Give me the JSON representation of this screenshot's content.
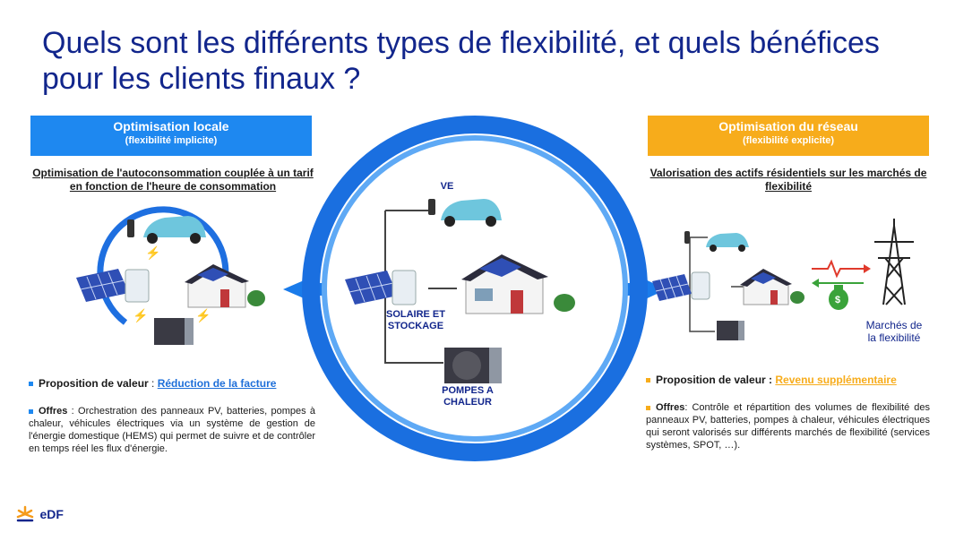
{
  "title": "Quels sont les différents types de flexibilité, et quels bénéfices pour les clients finaux ?",
  "left": {
    "banner_main": "Optimisation locale",
    "banner_sub": "(flexibilité implicite)",
    "heading": "Optimisation de l'autoconsommation couplée à un tarif en fonction de l'heure de consommation",
    "value_label": "Proposition de valeur",
    "value_sep": " : ",
    "value_link": "Réduction de la facture",
    "offers_label": "Offres",
    "offers_text": " : Orchestration des panneaux PV, batteries, pompes à chaleur, véhicules électriques via un système de gestion de l'énergie domestique (HEMS) qui permet de suivre et de contrôler en temps réel les flux d'énergie."
  },
  "center": {
    "ve": "VE",
    "solar_line1": "SOLAIRE ET",
    "solar_line2": "STOCKAGE",
    "pump_line1": "POMPES A",
    "pump_line2": "CHALEUR"
  },
  "right": {
    "banner_main": "Optimisation du réseau",
    "banner_sub": "(flexibilité explicite)",
    "heading": "Valorisation des actifs résidentiels sur les marchés de flexibilité",
    "market_line1": "Marchés de",
    "market_line2": "la flexibilité",
    "value_label": "Proposition de valeur :",
    "value_link": "Revenu supplémentaire",
    "offers_label": "Offres",
    "offers_text": ": Contrôle et répartition des volumes de flexibilité des panneaux PV, batteries, pompes à chaleur, véhicules électriques qui seront valorisés sur différents marchés de flexibilité (services systèmes, SPOT, …)."
  },
  "footer": {
    "logo_text": "eDF"
  },
  "colors": {
    "title": "#12268c",
    "blue": "#1e88f0",
    "orange": "#f7ac1b",
    "ring": "#1a7bea"
  }
}
